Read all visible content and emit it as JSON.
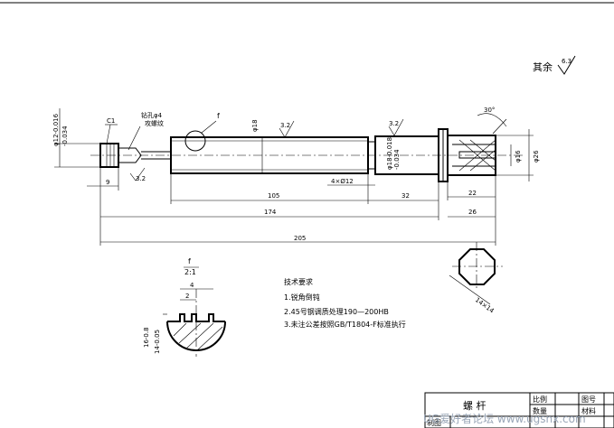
{
  "surface_roughness": {
    "label": "其余",
    "value": "6.3"
  },
  "dims": {
    "d12": "φ12-0.016\n-0.034",
    "chamfer_c1": "C1",
    "center_hole": "钻孔φ4",
    "center_hole2": "攻螺纹",
    "detail_f": "f",
    "d18": "φ18",
    "ra32a": "3.2",
    "ra32b": "3.2",
    "ra32c": "3.2",
    "angle30": "30°",
    "d16": "φ16",
    "d26": "φ26",
    "d18b": "φ18-0.018\n-0.034",
    "len9": "9",
    "len105": "105",
    "groove": "4×Ø12",
    "len32": "32",
    "len22": "22",
    "len26": "26",
    "len174": "174",
    "len205": "205",
    "section_sq": "14×14"
  },
  "section": {
    "label": "f",
    "scale": "2:1",
    "w4": "4",
    "w2": "2",
    "h16": "16-0.8",
    "h14": "14-0.05"
  },
  "notes": {
    "title": "技术要求",
    "items": [
      "1.锐角倒钝",
      "2.45号钢调质处理190—200HB",
      "3.未注公差按照GB/T1804-F标准执行"
    ]
  },
  "title_block": {
    "part_name": "螺  杆",
    "scale_label": "比例",
    "qty_label": "数量",
    "drawing_no_label": "图号",
    "material_label": "材料",
    "drawn_label": "制图"
  },
  "watermark": "UG爱好者论坛  www.ugsnx.com"
}
